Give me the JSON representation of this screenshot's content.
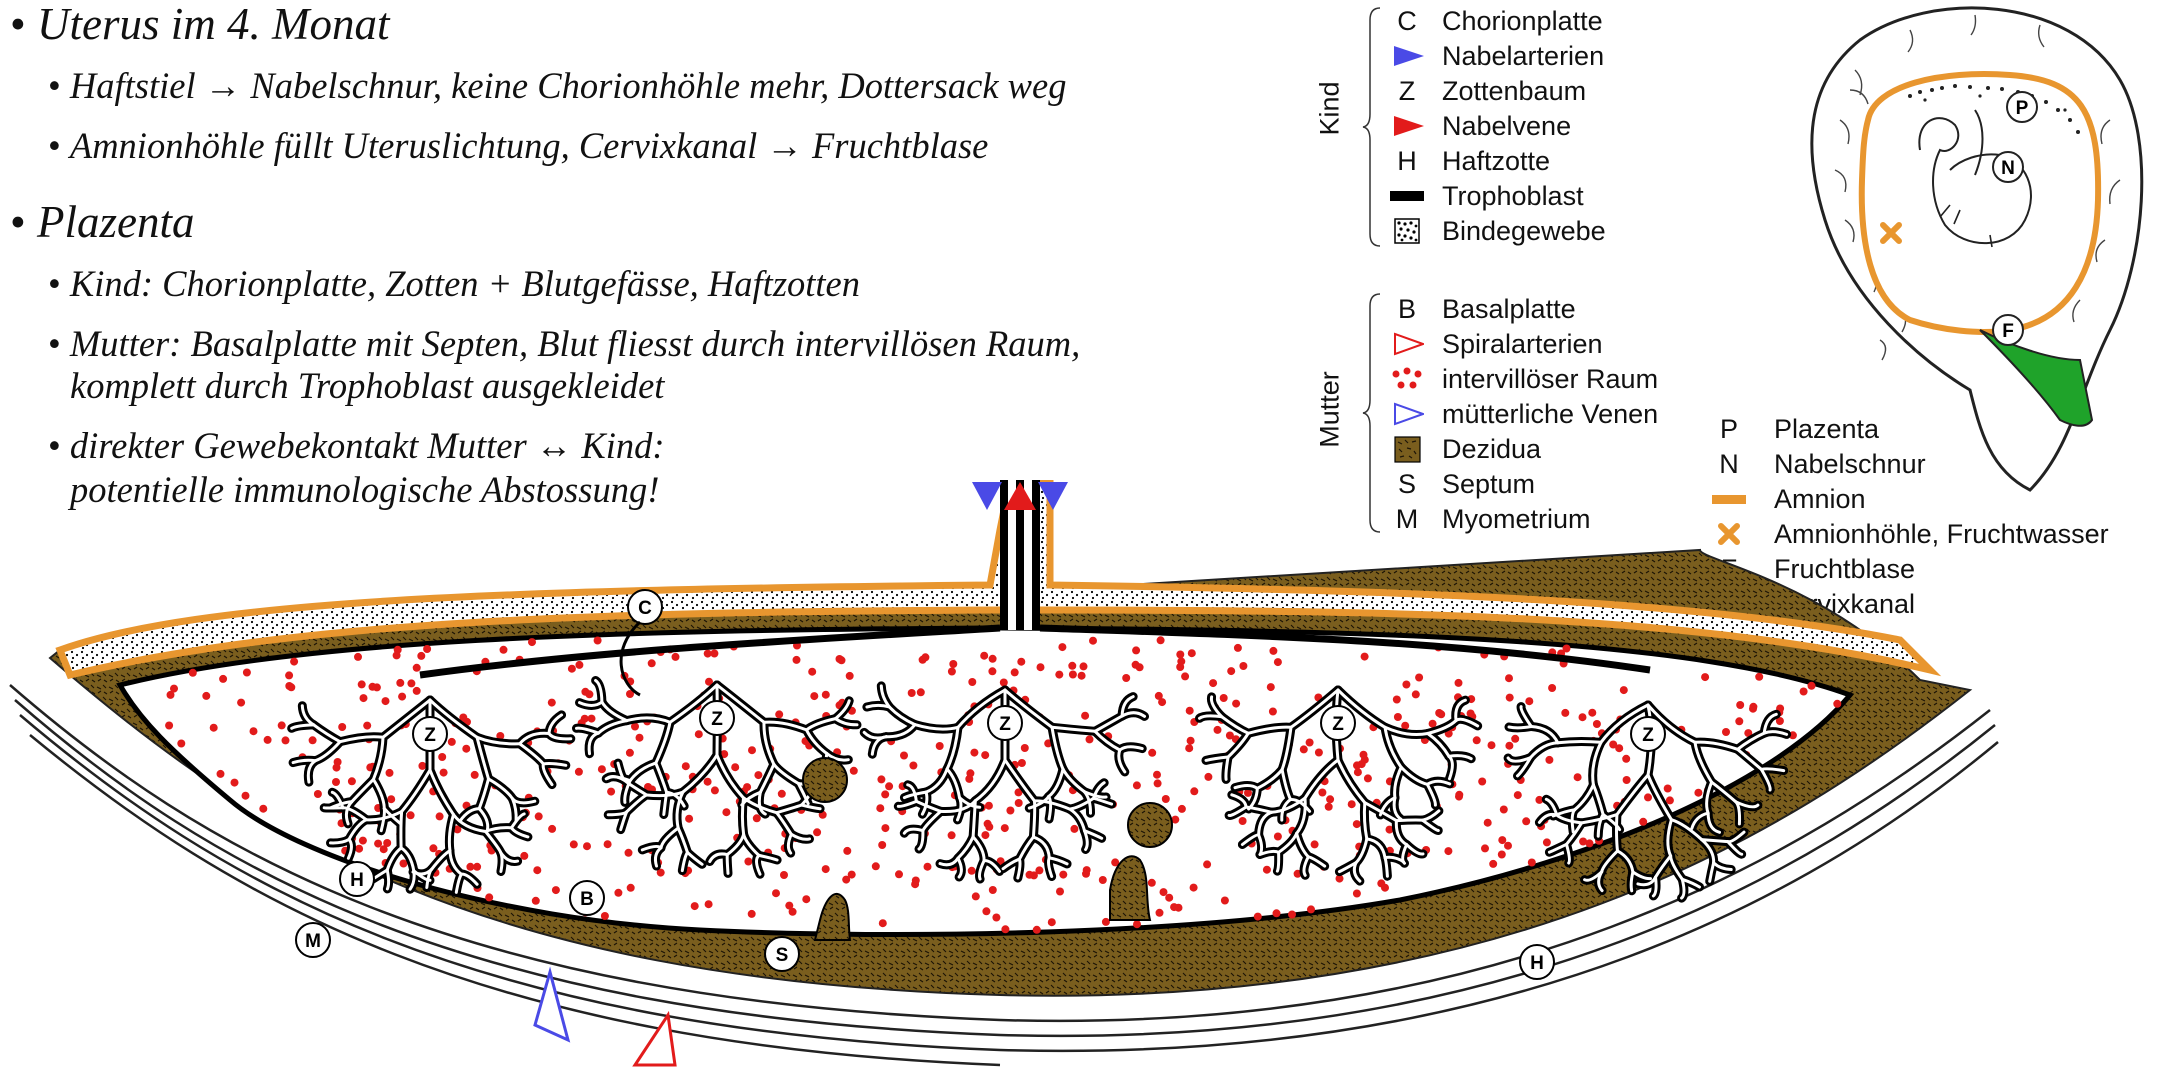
{
  "bullets": {
    "uterus": {
      "title": "Uterus im 4. Monat",
      "items": [
        "Haftstiel → Nabelschnur, keine Chorionhöhle mehr, Dottersack weg",
        "Amnionhöhle füllt Uteruslichtung, Cervixkanal → Fruchtblase"
      ]
    },
    "plazenta": {
      "title": "Plazenta",
      "items": [
        "Kind: Chorionplatte, Zotten + Blutgefässe, Haftzotten",
        "Mutter: Basalplatte mit Septen, Blut fliesst durch intervillösen Raum,",
        "komplett durch Trophoblast ausgekleidet",
        "direkter Gewebekontakt Mutter ↔ Kind:",
        "potentielle immunologische Abstossung!"
      ]
    }
  },
  "legend_kind": {
    "group_label": "Kind",
    "rows": [
      {
        "letter": "C",
        "text": "Chorionplatte"
      },
      {
        "symbol": "blue-filled-triangle",
        "text": "Nabelarterien"
      },
      {
        "letter": "Z",
        "text": "Zottenbaum"
      },
      {
        "symbol": "red-filled-triangle",
        "text": "Nabelvene"
      },
      {
        "letter": "H",
        "text": "Haftzotte"
      },
      {
        "symbol": "black-bar",
        "text": "Trophoblast"
      },
      {
        "symbol": "dotted-square",
        "text": "Bindegewebe"
      }
    ]
  },
  "legend_mutter": {
    "group_label": "Mutter",
    "rows": [
      {
        "letter": "B",
        "text": "Basalplatte"
      },
      {
        "symbol": "red-outline-triangle",
        "text": "Spiralarterien"
      },
      {
        "symbol": "red-dots",
        "text": "intervillöser Raum"
      },
      {
        "symbol": "blue-outline-triangle",
        "text": "mütterliche Venen"
      },
      {
        "symbol": "brown-square",
        "text": "Dezidua"
      },
      {
        "letter": "S",
        "text": "Septum"
      },
      {
        "letter": "M",
        "text": "Myometrium"
      }
    ]
  },
  "legend_uterus": {
    "rows": [
      {
        "letter": "P",
        "text": "Plazenta"
      },
      {
        "letter": "N",
        "text": "Nabelschnur"
      },
      {
        "symbol": "orange-bar",
        "text": "Amnion"
      },
      {
        "symbol": "orange-cross",
        "text": "Amnionhöhle, Fruchtwasser"
      },
      {
        "letter": "F",
        "text": "Fruchtblase"
      },
      {
        "symbol": "green-square",
        "text": "Cervixkanal"
      }
    ]
  },
  "uterus_labels": {
    "p": "P",
    "n": "N",
    "f": "F"
  },
  "placenta_labels": {
    "c": "C",
    "z": "Z",
    "h": "H",
    "b": "B",
    "m": "M",
    "s": "S"
  },
  "colors": {
    "amnion_orange": "#e8962f",
    "red_blood": "#e21b1b",
    "blue_artery": "#4a4ae6",
    "dezidua_brown": "#7a5e1e",
    "cervix_green": "#1fa32a"
  }
}
